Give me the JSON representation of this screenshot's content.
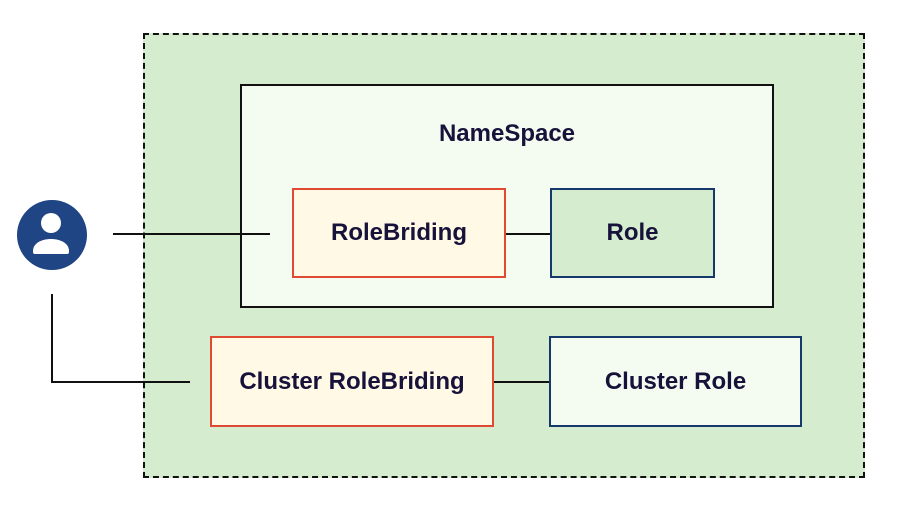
{
  "diagram": {
    "namespace": {
      "title": "NameSpace"
    },
    "nodes": {
      "user": {
        "icon": "user-icon"
      },
      "role_binding": {
        "label": "RoleBriding"
      },
      "role": {
        "label": "Role"
      },
      "cluster_role_binding": {
        "label": "Cluster RoleBriding"
      },
      "cluster_role": {
        "label": "Cluster Role"
      }
    },
    "edges": [
      {
        "from": "user",
        "to": "role_binding"
      },
      {
        "from": "role_binding",
        "to": "role"
      },
      {
        "from": "user",
        "to": "cluster_role_binding"
      },
      {
        "from": "cluster_role_binding",
        "to": "cluster_role"
      }
    ],
    "colors": {
      "cluster_fill": "#d5ecce",
      "namespace_fill": "#f4fcf1",
      "binding_border": "#e04a33",
      "binding_fill": "#fff9e6",
      "role_border": "#14396a",
      "user_icon": "#1f4584",
      "text": "#17123a"
    }
  }
}
